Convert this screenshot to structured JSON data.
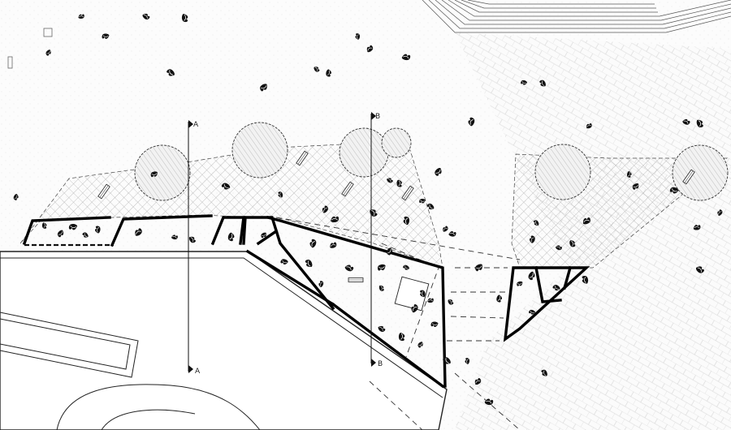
{
  "section_markers": {
    "a_top": "A",
    "a_bottom": "A",
    "b_top": "B",
    "b_bottom": "B"
  },
  "colors": {
    "line": "#1a1a1a",
    "hatch": "#9a9a9a",
    "paving": "#cfcfcf",
    "background": "#ffffff"
  },
  "icons": [
    "tree-canopy",
    "plant-symbol",
    "bench-symbol",
    "section-arrow"
  ]
}
